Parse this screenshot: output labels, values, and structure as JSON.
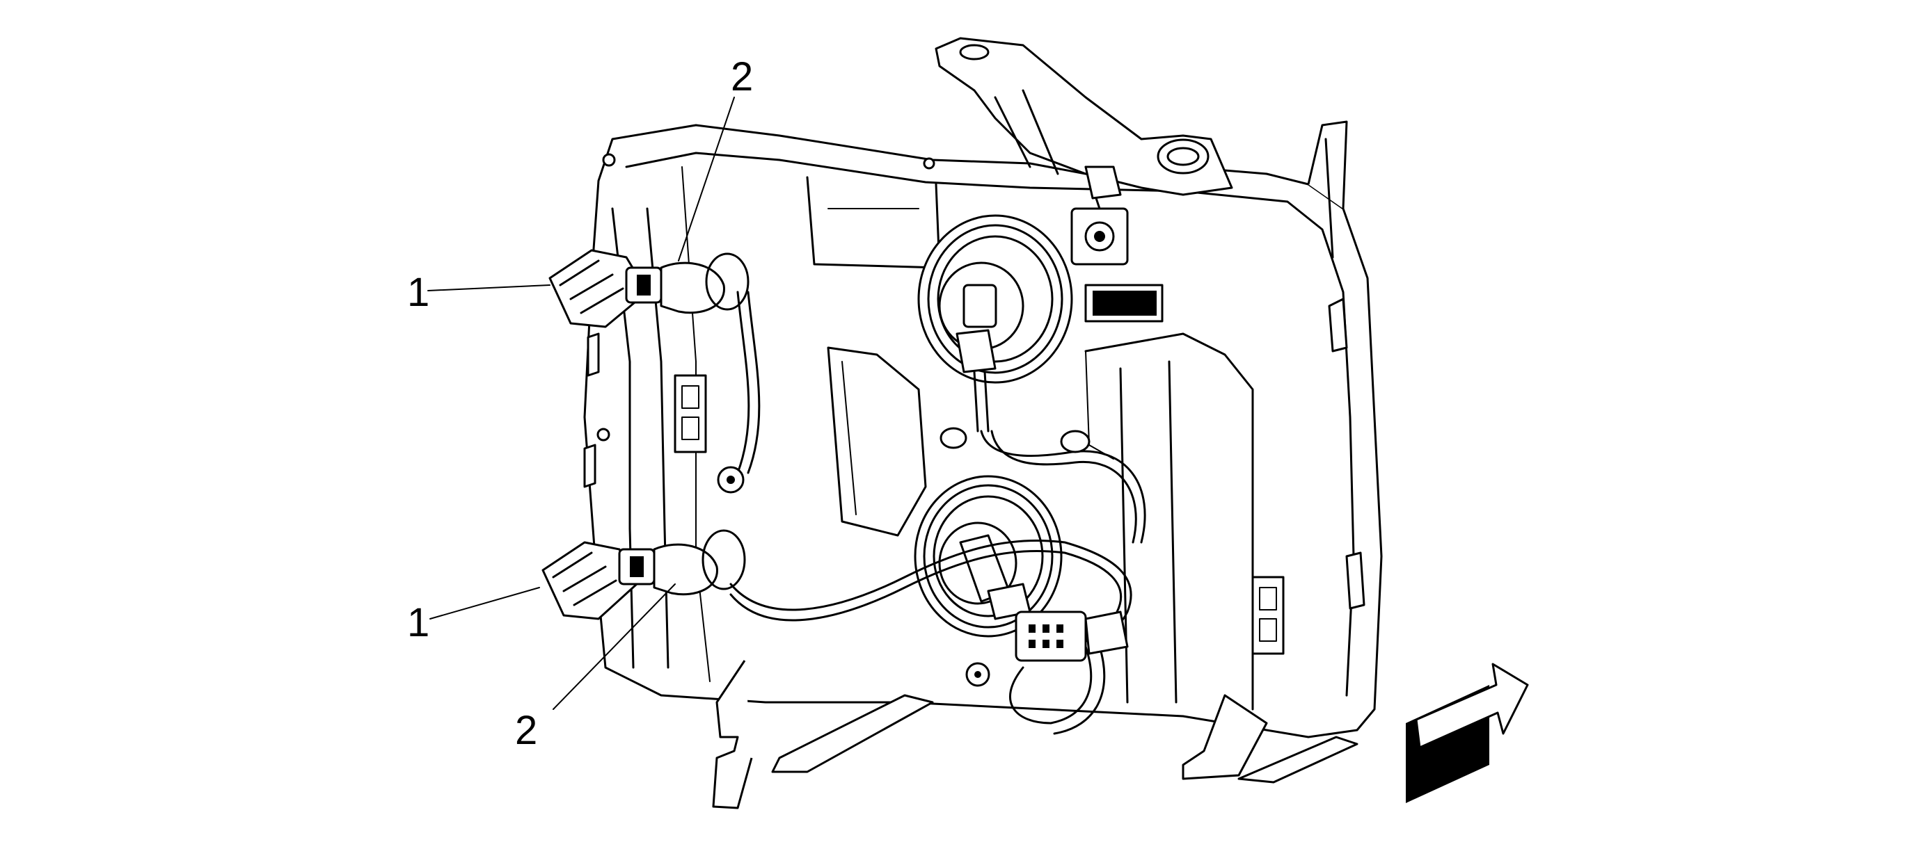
{
  "diagram": {
    "callouts": [
      {
        "id": "c1a",
        "label": "1"
      },
      {
        "id": "c1b",
        "label": "1"
      },
      {
        "id": "c2a",
        "label": "2"
      },
      {
        "id": "c2b",
        "label": "2"
      }
    ],
    "icons": {
      "direction_arrow": "forward-arrow-icon"
    }
  }
}
